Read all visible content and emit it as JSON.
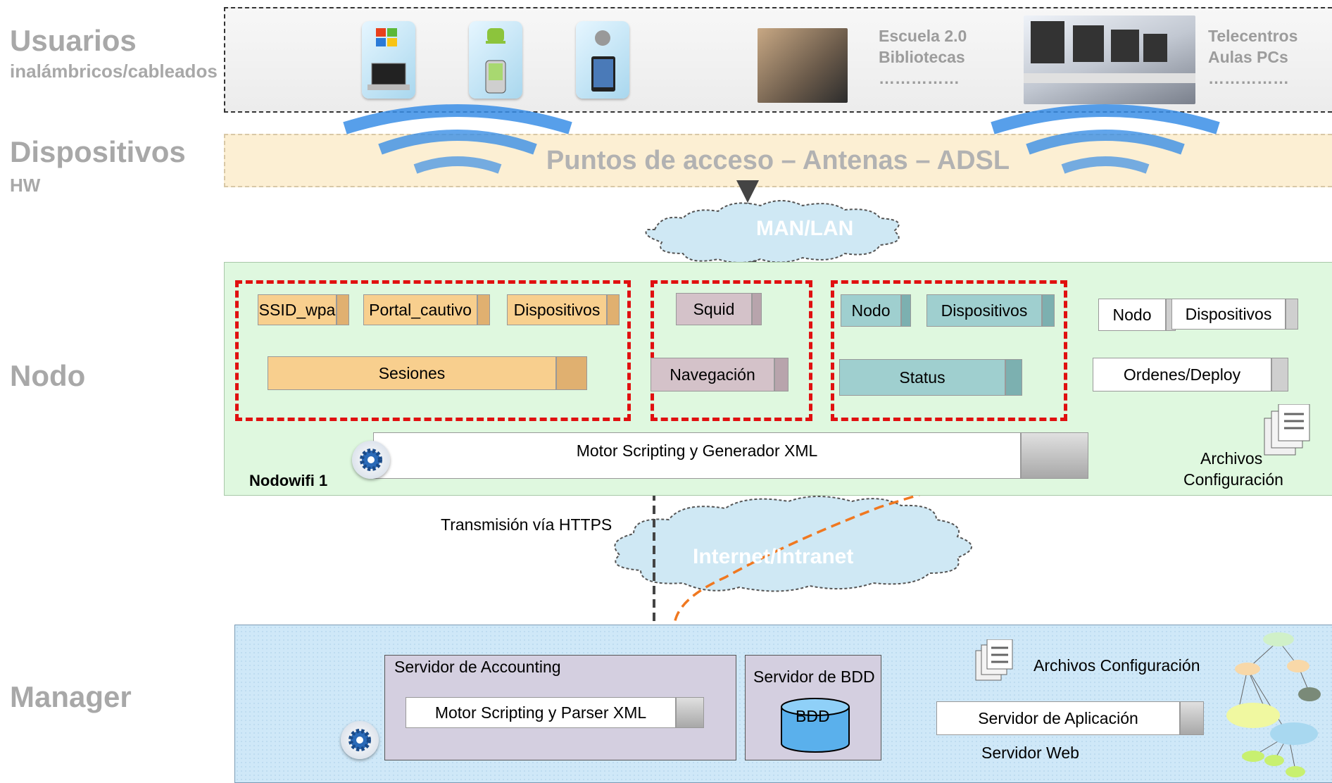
{
  "layers": {
    "usuarios": {
      "title": "Usuarios",
      "subtitle": "inalámbricos/cableados"
    },
    "dispositivos": {
      "title": "Dispositivos",
      "subtitle": "HW"
    },
    "nodo": {
      "title": "Nodo"
    },
    "manager": {
      "title": "Manager"
    }
  },
  "users": {
    "group1": [
      "Escuela 2.0",
      "Bibliotecas",
      "……………"
    ],
    "group2": [
      "Telecentros",
      "Aulas PCs",
      "……………"
    ]
  },
  "hw_band": {
    "text": "Puntos de acceso – Antenas – ADSL"
  },
  "clouds": {
    "man_lan": "MAN/LAN",
    "internet": "Internet/Intranet"
  },
  "nodo": {
    "sesiones_group": {
      "inputs": [
        "SSID_wpa",
        "Portal_cautivo",
        "Dispositivos"
      ],
      "output": "Sesiones"
    },
    "navegacion_group": {
      "input": "Squid",
      "output": "Navegación"
    },
    "status_group": {
      "inputs": [
        "Nodo",
        "Dispositivos"
      ],
      "output": "Status"
    },
    "ordenes_group": {
      "inputs": [
        "Nodo",
        "Dispositivos"
      ],
      "output": "Ordenes/Deploy"
    },
    "motor": "Motor Scripting y Generador XML",
    "name": "Nodowifi  1",
    "archivos": [
      "Archivos",
      "Configuración"
    ]
  },
  "transmision": "Transmisión vía HTTPS",
  "manager": {
    "accounting_title": "Servidor de Accounting",
    "parser": "Motor Scripting y Parser XML",
    "bdd_title": "Servidor de BDD",
    "bdd": "BDD",
    "archivos": "Archivos Configuración",
    "aplicacion": "Servidor de Aplicación",
    "web": "Servidor Web"
  },
  "colors": {
    "sesiones": "#f8cf8e",
    "navegacion": "#d4c2c9",
    "status": "#9fcfcf",
    "ordenes": "#ffffff",
    "red_dash": "#e01010",
    "orange_dash": "#f07820"
  }
}
